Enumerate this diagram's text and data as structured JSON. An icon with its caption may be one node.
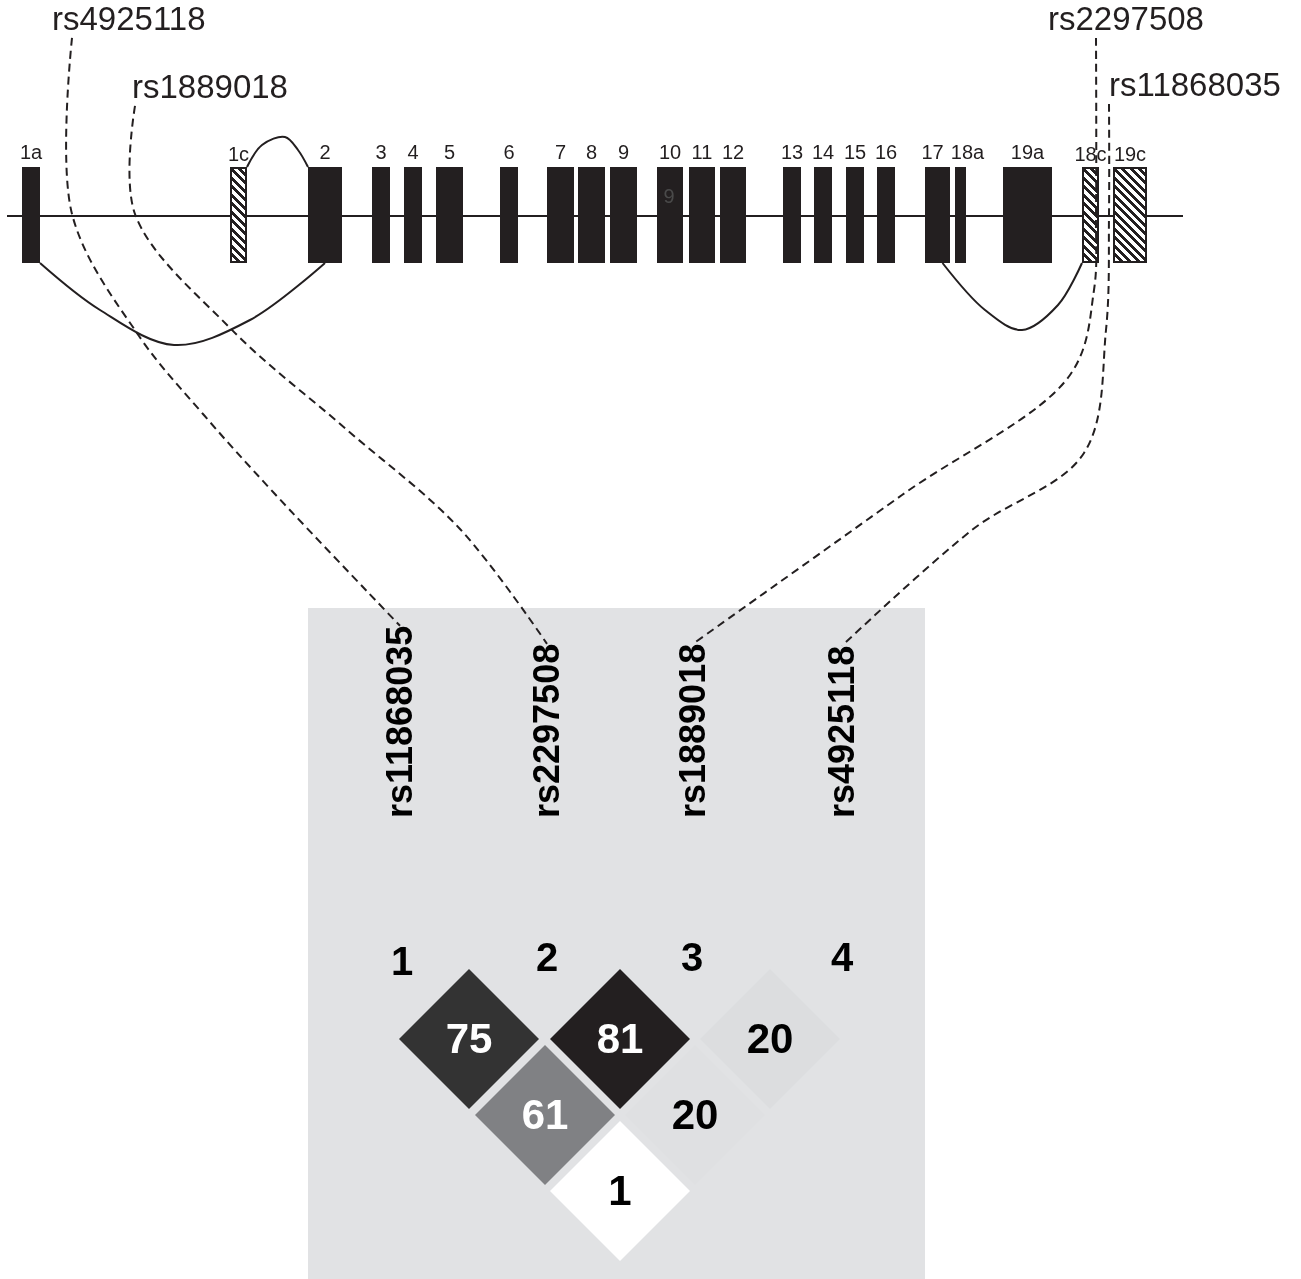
{
  "diagram": {
    "nodes": [
      {
        "text": [
          "rs4925118"
        ]
      },
      {
        "text": [
          "rs2297508"
        ]
      },
      {
        "text": [
          "rs1889018"
        ]
      },
      {
        "text": [
          "rs11868035"
        ]
      },
      {
        "text": [
          "1a"
        ]
      },
      {
        "text": [
          "1c"
        ]
      },
      {
        "text": [
          "2"
        ]
      },
      {
        "text": [
          "3"
        ]
      },
      {
        "text": [
          "4"
        ]
      },
      {
        "text": [
          "5"
        ]
      },
      {
        "text": [
          "6"
        ]
      },
      {
        "text": [
          "7"
        ]
      },
      {
        "text": [
          "8"
        ]
      },
      {
        "text": [
          "9"
        ]
      },
      {
        "text": [
          "10"
        ]
      },
      {
        "text": [
          "11"
        ]
      },
      {
        "text": [
          "12"
        ]
      },
      {
        "text": [
          "13"
        ]
      },
      {
        "text": [
          "14"
        ]
      },
      {
        "text": [
          "15"
        ]
      },
      {
        "text": [
          "16"
        ]
      },
      {
        "text": [
          "17"
        ]
      },
      {
        "text": [
          "18a"
        ]
      },
      {
        "text": [
          "19a"
        ]
      },
      {
        "text": [
          "18c"
        ]
      },
      {
        "text": [
          "19c"
        ]
      },
      {
        "text": [
          "rs11868035"
        ]
      },
      {
        "text": [
          "rs2297508"
        ]
      },
      {
        "text": [
          "rs1889018"
        ]
      },
      {
        "text": [
          "rs4925118"
        ]
      },
      {
        "text": [
          "75"
        ]
      },
      {
        "text": [
          "81"
        ]
      },
      {
        "text": [
          "20"
        ]
      },
      {
        "text": [
          "61"
        ]
      },
      {
        "text": [
          "20"
        ]
      },
      {
        "text": [
          "1"
        ]
      }
    ],
    "edges": [
      {
        "from": 0,
        "to": 26,
        "arrow": "none",
        "style": "dashed"
      },
      {
        "from": 2,
        "to": 27,
        "arrow": "none",
        "style": "dashed"
      },
      {
        "from": 1,
        "to": 28,
        "arrow": "none",
        "style": "dashed"
      },
      {
        "from": 3,
        "to": 29,
        "arrow": "none",
        "style": "dashed"
      },
      {
        "from": 5,
        "to": 6,
        "arrow": "none"
      },
      {
        "from": 4,
        "to": 6,
        "arrow": "none"
      },
      {
        "from": 21,
        "to": 24,
        "arrow": "none"
      }
    ],
    "labels": [
      "9",
      "1",
      "2",
      "3",
      "4"
    ]
  }
}
